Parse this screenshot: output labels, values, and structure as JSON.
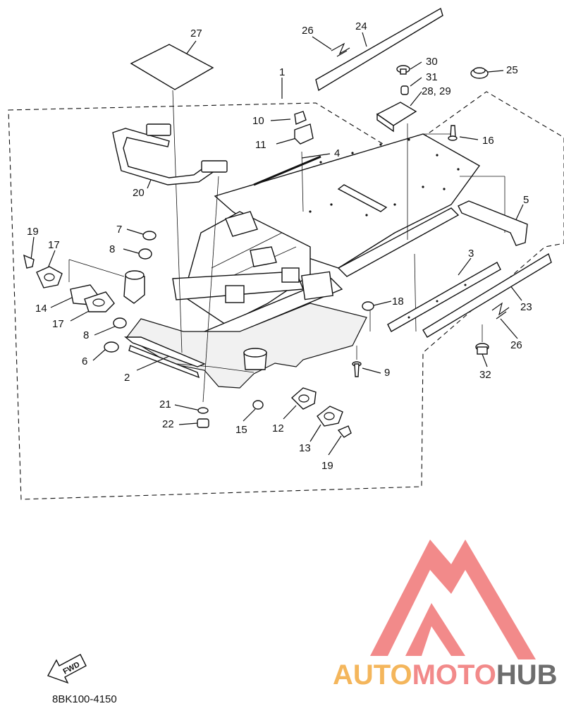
{
  "diagram": {
    "code": "8BK100-4150",
    "fwd_label": "FWD",
    "callouts": {
      "c1": "1",
      "c2": "2",
      "c3": "3",
      "c4": "4",
      "c5": "5",
      "c6": "6",
      "c7": "7",
      "c8a": "8",
      "c8b": "8",
      "c9": "9",
      "c10": "10",
      "c11": "11",
      "c12": "12",
      "c13": "13",
      "c14": "14",
      "c15": "15",
      "c16": "16",
      "c17a": "17",
      "c17b": "17",
      "c18": "18",
      "c19a": "19",
      "c19b": "19",
      "c20": "20",
      "c21": "21",
      "c22": "22",
      "c23": "23",
      "c24": "24",
      "c25": "25",
      "c26a": "26",
      "c26b": "26",
      "c27": "27",
      "c28_29": "28, 29",
      "c30": "30",
      "c31": "31",
      "c32": "32"
    }
  },
  "watermark": {
    "part1": "AUTO",
    "part2": "MOTO",
    "part3": "HUB",
    "color1": "#f4b65c",
    "color2": "#f28a8a",
    "color3": "#6d6d6d",
    "logo_color": "#f28a8a"
  }
}
